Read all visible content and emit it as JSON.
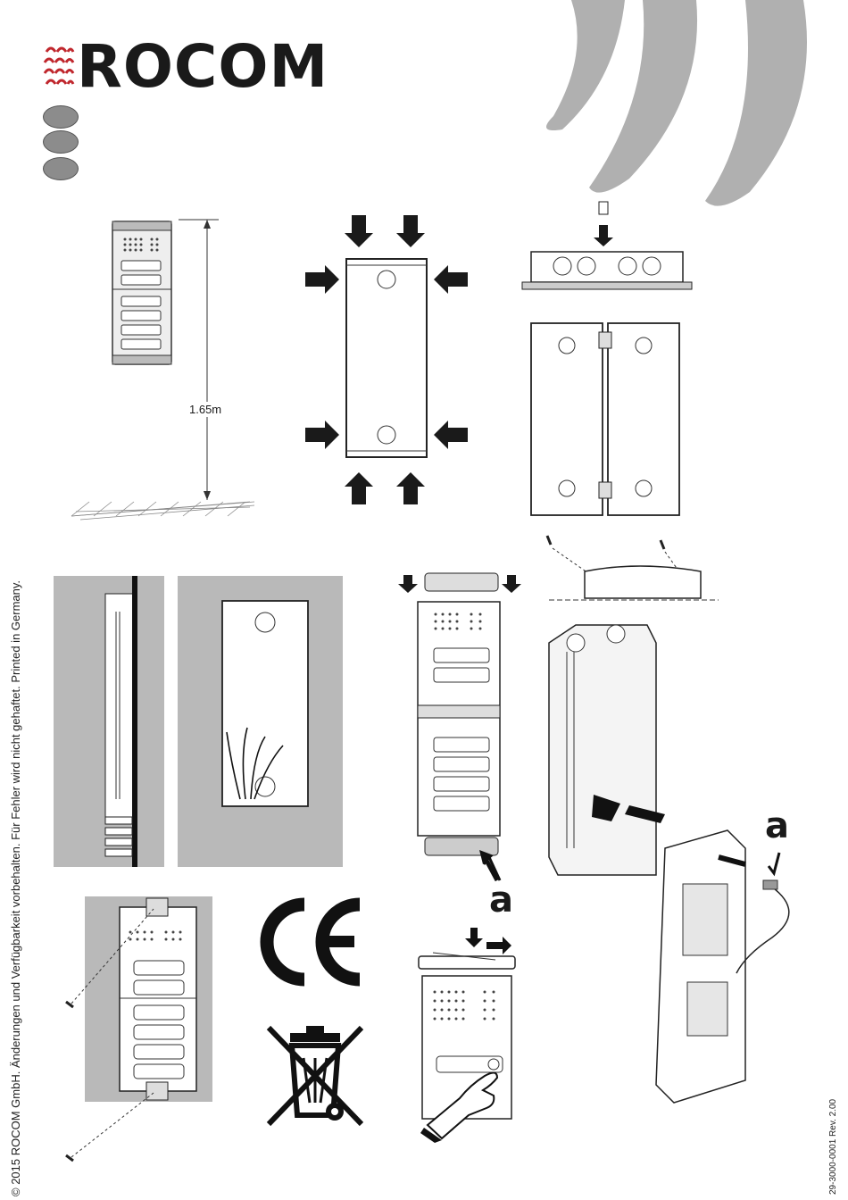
{
  "brand": {
    "name": "ROCOM"
  },
  "figures": {
    "mounting_height": "1.65m",
    "callout_a_1": "a",
    "callout_a_2": "a"
  },
  "footer": {
    "copyright": "© 2015 ROCOM GmbH. Änderungen und Verfügbarkeit vorbehalten. Für Fehler wird nicht gehaftet. Printed in Germany.",
    "doc_number": "29-3000-0001 Rev. 2.00"
  },
  "icons": [
    "ce-mark-icon",
    "weee-crossed-bin-icon",
    "pointing-hand-icon",
    "screw-icon",
    "arrow-icon"
  ],
  "colors": {
    "brand_red": "#c0272d",
    "panel_gray": "#b9b9b9",
    "swoosh_gray": "#b0b0b0"
  }
}
